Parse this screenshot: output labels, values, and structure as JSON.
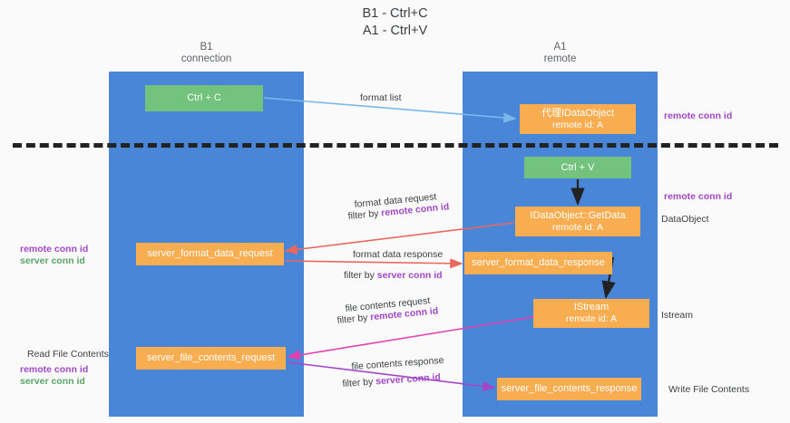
{
  "title": "B1 - Ctrl+C\nA1 - Ctrl+V",
  "title_line1": "B1 - Ctrl+C",
  "title_line2": "A1 - Ctrl+V",
  "columns": {
    "left": {
      "name": "B1",
      "role": "connection"
    },
    "right": {
      "name": "A1",
      "role": "remote"
    }
  },
  "colors": {
    "lane": "#4a86d8",
    "green_box": "#73c37f",
    "orange_box": "#f8ad50",
    "remote_conn_id": "#a347c7",
    "server_conn_id": "#5aa469",
    "arrow_blue": "#7cb9e8",
    "arrow_red": "#e8675f",
    "arrow_magenta": "#e040b0",
    "arrow_purple": "#a347c7",
    "arrow_black": "#222222",
    "background": "#fafafa"
  },
  "boxes": {
    "ctrl_c": {
      "label": "Ctrl + C"
    },
    "proxy_dataobject": {
      "line1": "代理IDataObject",
      "line2": "remote id: A"
    },
    "ctrl_v": {
      "label": "Ctrl + V"
    },
    "getdata": {
      "line1": "IDataObject::GetData",
      "line2": "remote id: A"
    },
    "server_format_data_request": {
      "label": "server_format_data_request"
    },
    "server_format_data_response": {
      "label": "server_format_data_response"
    },
    "istream": {
      "line1": "IStream",
      "line2": "remote id: A"
    },
    "server_file_contents_request": {
      "label": "server_file_contents_request"
    },
    "server_file_contents_response": {
      "label": "server_file_contents_response"
    }
  },
  "flows": {
    "format_list": "format list",
    "format_data_request": "format data request",
    "format_data_request_filter_prefix": "filter by ",
    "format_data_request_filter_key": "remote conn id",
    "format_data_response": "format data response",
    "format_data_response_filter_prefix": "filter by ",
    "format_data_response_filter_key": "server conn id",
    "file_contents_request": "file contents request",
    "file_contents_request_filter_prefix": "filter by ",
    "file_contents_request_filter_key": "remote conn id",
    "file_contents_response": "file contents response",
    "file_contents_response_filter_prefix": "filter by ",
    "file_contents_response_filter_key": "server conn id"
  },
  "annotations": {
    "right_top_remote_conn_id": "remote conn id",
    "right_mid_remote_conn_id": "remote conn id",
    "right_dataobject": "DataObject",
    "right_istream": "Istream",
    "right_write_file_contents": "Write File Contents",
    "left_remote_conn_id": "remote conn id",
    "left_server_conn_id": "server conn id",
    "left_read_file_contents": "Read File Contents",
    "left_remote_conn_id_2": "remote conn id",
    "left_server_conn_id_2": "server conn id"
  }
}
